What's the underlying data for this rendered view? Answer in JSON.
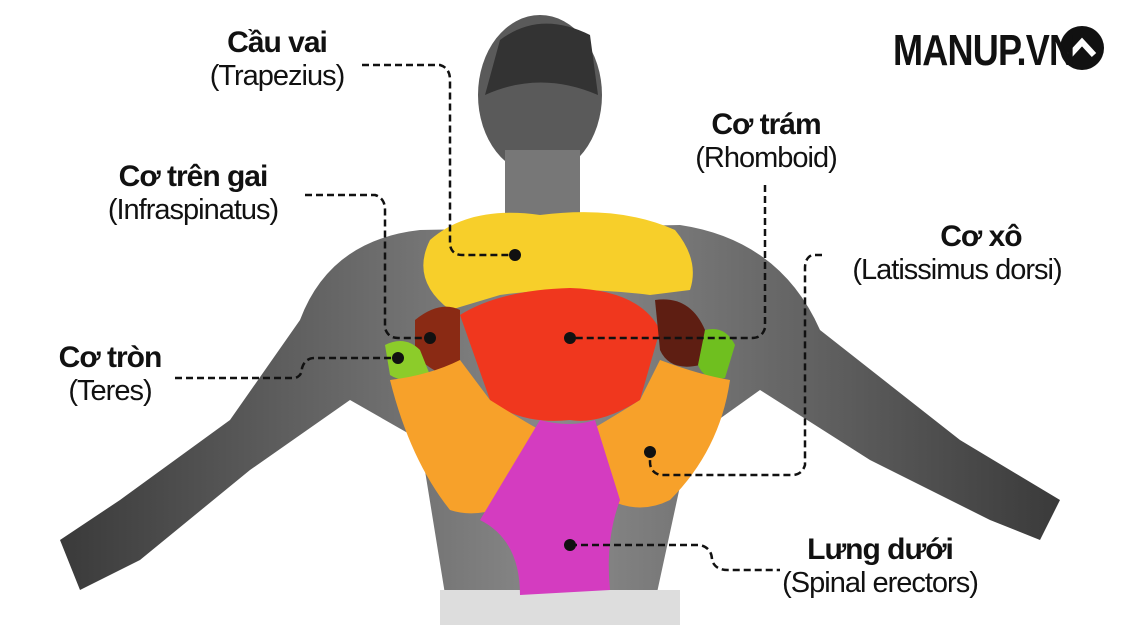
{
  "logo": {
    "text": "MANUP.VN",
    "icon": "chevron-up-circle-icon"
  },
  "labels": [
    {
      "id": "trapezius",
      "vn": "Cầu vai",
      "en": "(Trapezius)",
      "color": "#f7cf2a"
    },
    {
      "id": "infraspinatus",
      "vn": "Cơ trên gai",
      "en": "(Infraspinatus)",
      "color": "#8a2a14"
    },
    {
      "id": "teres",
      "vn": "Cơ tròn",
      "en": "(Teres)",
      "color": "#8ccc2a"
    },
    {
      "id": "rhomboid",
      "vn": "Cơ trám",
      "en": "(Rhomboid)",
      "color": "#f0371e"
    },
    {
      "id": "latissimus",
      "vn": "Cơ xô",
      "en": "(Latissimus dorsi)",
      "color": "#f7a12a"
    },
    {
      "id": "spinal",
      "vn": "Lưng dưới",
      "en": "(Spinal erectors)",
      "color": "#d43cc0"
    }
  ]
}
